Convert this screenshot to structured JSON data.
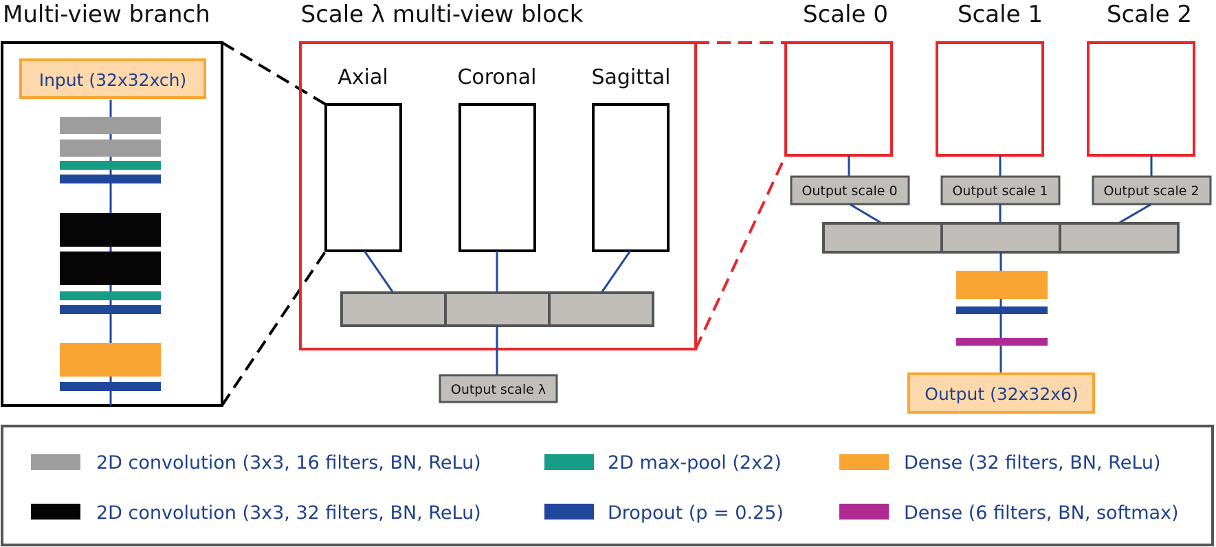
{
  "titles": {
    "branch": "Multi-view branch",
    "block": "Scale λ multi-view block",
    "scale0": "Scale 0",
    "scale1": "Scale 1",
    "scale2": "Scale 2"
  },
  "branch": {
    "input_label": "Input (32x32xch)"
  },
  "block": {
    "views": [
      "Axial",
      "Coronal",
      "Sagittal"
    ],
    "output_label": "Output scale λ"
  },
  "scales": {
    "outputs": [
      "Output scale 0",
      "Output scale 1",
      "Output scale 2"
    ],
    "final_output": "Output (32x32x6)"
  },
  "legend": {
    "items": [
      {
        "label": "2D convolution (3x3, 16 filters, BN, ReLu)",
        "color": "#9d9d9d"
      },
      {
        "label": "2D max-pool (2x2)",
        "color": "#179c86"
      },
      {
        "label": "Dense (32 filters, BN, ReLu)",
        "color": "#f9a533"
      },
      {
        "label": "2D convolution (3x3, 32 filters, BN, ReLu)",
        "color": "#050505"
      },
      {
        "label": "Dropout (p = 0.25)",
        "color": "#21479b"
      },
      {
        "label": "Dense (6 filters, BN, softmax)",
        "color": "#b02a93"
      }
    ]
  },
  "colors": {
    "red": "#e8262b",
    "blue_line": "#21479b",
    "gray_box": "#c1beb9",
    "input_fill": "#fdd8aa",
    "input_border": "#f9a533"
  }
}
